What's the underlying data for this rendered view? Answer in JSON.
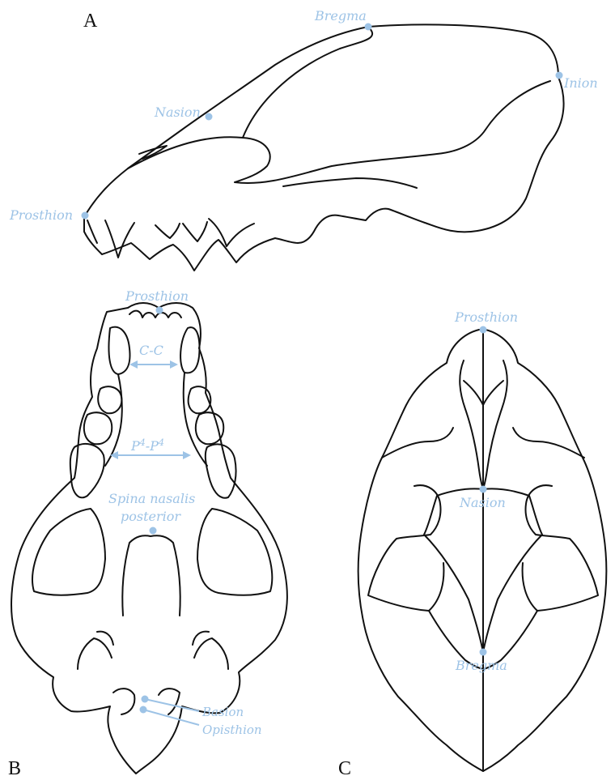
{
  "panels": {
    "a": "A",
    "b": "B",
    "c": "C"
  },
  "lateral_view": {
    "bregma": "Bregma",
    "inion": "Inion",
    "nasion": "Nasion",
    "prosthion": "Prosthion"
  },
  "ventral_view": {
    "prosthion": "Prosthion",
    "cc": "C-C",
    "p4_base": "P",
    "p4_sup": "4",
    "p4_dash": "-",
    "spina_line1": "Spina nasalis",
    "spina_line2": "posterior",
    "basion": "Basion",
    "opisthion": "Opisthion"
  },
  "dorsal_view": {
    "prosthion": "Prosthion",
    "nasion": "Nasion",
    "bregma": "Bregma"
  },
  "colors": {
    "landmark": "#9dc3e6",
    "outline": "#111111"
  }
}
